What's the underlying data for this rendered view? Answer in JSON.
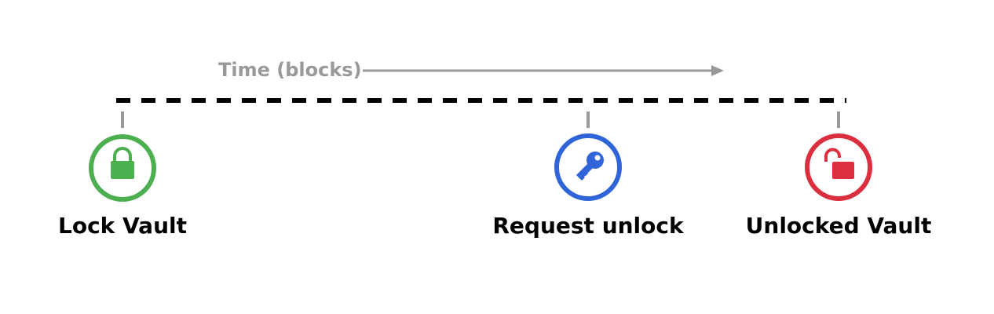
{
  "timeline": {
    "axis_label": "Time (blocks)",
    "line_color": "#000000",
    "arrow_color": "#999999",
    "tick_color": "#999999"
  },
  "events": [
    {
      "label": "Lock Vault",
      "icon": "lock-closed-icon",
      "color": "#4caf50"
    },
    {
      "label": "Request unlock",
      "icon": "key-icon",
      "color": "#2f65d9"
    },
    {
      "label": "Unlocked Vault",
      "icon": "lock-open-icon",
      "color": "#db2f3f"
    }
  ]
}
